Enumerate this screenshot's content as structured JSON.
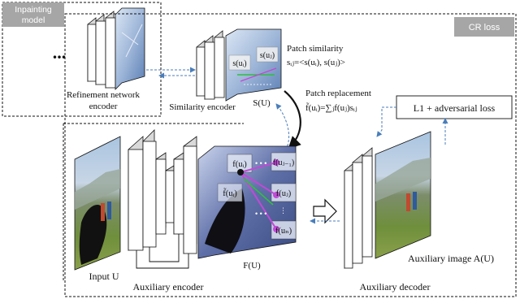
{
  "inpainting": {
    "tag": "Inpainting model",
    "ellipsis": "...",
    "encoder_label": "Refinement network encoder"
  },
  "cr": {
    "tag": "CR loss"
  },
  "similarity": {
    "encoder_label": "Similarity encoder",
    "map_label": "S(U)",
    "patch_ui": "s(uᵢ)",
    "patch_uj": "s(uⱼ)",
    "title": "Patch similarity",
    "formula": "sᵢⱼ=<s(uᵢ), s(uⱼ)>"
  },
  "replacement": {
    "title": "Patch replacement",
    "formula": "f̃(uᵢ)=∑ⱼf(uⱼ)sᵢⱼ"
  },
  "loss": {
    "label": "L1 + adversarial loss"
  },
  "aux_encoder": {
    "input_label": "Input U",
    "label": "Auxiliary encoder",
    "feature_label": "F(U)",
    "f_ui": "f(uᵢ)",
    "f_ui_tilde": "f̃(uᵢ)",
    "f_uj1": "f(uⱼ₋₁)",
    "f_uj": "f(uⱼ)",
    "f_un": "f(uₙ)"
  },
  "aux_decoder": {
    "label": "Auxiliary decoder",
    "output_label": "Auxiliary image A(U)"
  },
  "colors": {
    "slab_fill": "#ffffff",
    "slab_side": "#d9d9d9",
    "tag_bg": "#a6a6a6",
    "dashed_arrow": "#4a7ebb"
  }
}
